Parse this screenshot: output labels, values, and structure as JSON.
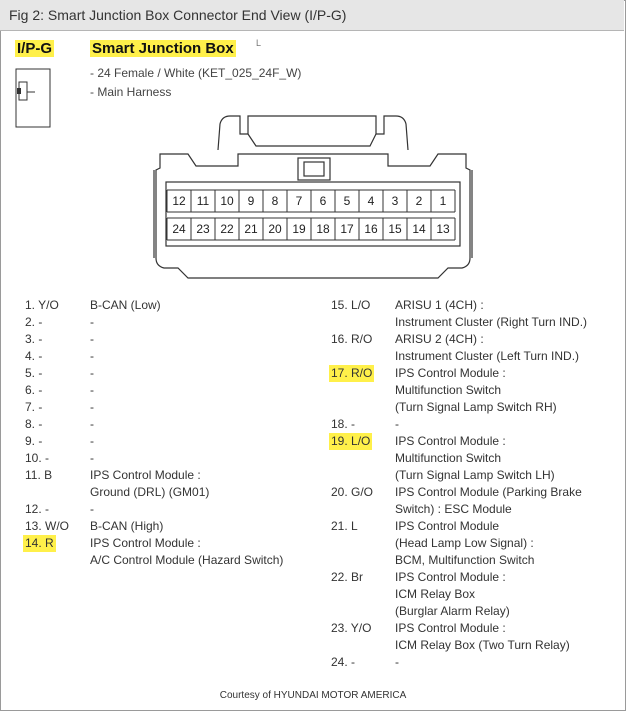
{
  "figure_title": "Fig 2: Smart Junction Box Connector End View (I/P-G)",
  "connector_code": "I/P-G",
  "connector_name": "Smart Junction Box",
  "name_mark": "L",
  "specs": [
    "- 24 Female / White (KET_025_24F_W)",
    "- Main Harness"
  ],
  "pins_top": [
    "12",
    "11",
    "10",
    "9",
    "8",
    "7",
    "6",
    "5",
    "4",
    "3",
    "2",
    "1"
  ],
  "pins_bottom": [
    "24",
    "23",
    "22",
    "21",
    "20",
    "19",
    "18",
    "17",
    "16",
    "15",
    "14",
    "13"
  ],
  "left_pins": [
    {
      "num": "1. Y/O",
      "lines": [
        "B-CAN (Low)"
      ]
    },
    {
      "num": "2. -",
      "lines": [
        "-"
      ]
    },
    {
      "num": "3. -",
      "lines": [
        "-"
      ]
    },
    {
      "num": "4. -",
      "lines": [
        "-"
      ]
    },
    {
      "num": "5. -",
      "lines": [
        "-"
      ]
    },
    {
      "num": "6. -",
      "lines": [
        "-"
      ]
    },
    {
      "num": "7. -",
      "lines": [
        "-"
      ]
    },
    {
      "num": "8. -",
      "lines": [
        "-"
      ]
    },
    {
      "num": "9. -",
      "lines": [
        "-"
      ]
    },
    {
      "num": "10. -",
      "lines": [
        "-"
      ]
    },
    {
      "num": "11. B",
      "lines": [
        "IPS Control Module :",
        "Ground (DRL) (GM01)"
      ]
    },
    {
      "num": "12. -",
      "lines": [
        "-"
      ]
    },
    {
      "num": "13. W/O",
      "lines": [
        "B-CAN (High)"
      ]
    },
    {
      "num": "14. R",
      "lines": [
        "IPS Control Module :",
        "A/C Control Module (Hazard Switch)"
      ],
      "highlight": true
    }
  ],
  "right_pins": [
    {
      "num": "15. L/O",
      "lines": [
        "ARISU 1 (4CH) :",
        "Instrument Cluster (Right Turn IND.)"
      ]
    },
    {
      "num": "16. R/O",
      "lines": [
        "ARISU 2 (4CH) :",
        "Instrument Cluster (Left Turn IND.)"
      ]
    },
    {
      "num": "17. R/O",
      "lines": [
        "IPS Control Module :",
        "Multifunction Switch",
        "(Turn Signal Lamp Switch RH)"
      ],
      "highlight": true
    },
    {
      "num": "18. -",
      "lines": [
        "-"
      ]
    },
    {
      "num": "19. L/O",
      "lines": [
        "IPS Control Module :",
        "Multifunction Switch",
        "(Turn Signal Lamp Switch LH)"
      ],
      "highlight": true
    },
    {
      "num": "20. G/O",
      "lines": [
        "IPS Control Module (Parking Brake",
        "Switch) : ESC Module"
      ]
    },
    {
      "num": "21. L",
      "lines": [
        "IPS Control Module",
        "(Head Lamp Low Signal) :",
        "BCM, Multifunction Switch"
      ]
    },
    {
      "num": "22. Br",
      "lines": [
        "IPS Control Module :",
        "ICM Relay Box",
        "(Burglar Alarm Relay)"
      ]
    },
    {
      "num": "23. Y/O",
      "lines": [
        "IPS Control Module :",
        "ICM Relay Box (Two Turn Relay)"
      ]
    },
    {
      "num": "24. -",
      "lines": [
        "-"
      ]
    }
  ],
  "footer": "Courtesy of HYUNDAI MOTOR AMERICA",
  "colors": {
    "highlight": "#fff04a",
    "titlebar": "#e6e6e6",
    "outline": "#333333"
  }
}
